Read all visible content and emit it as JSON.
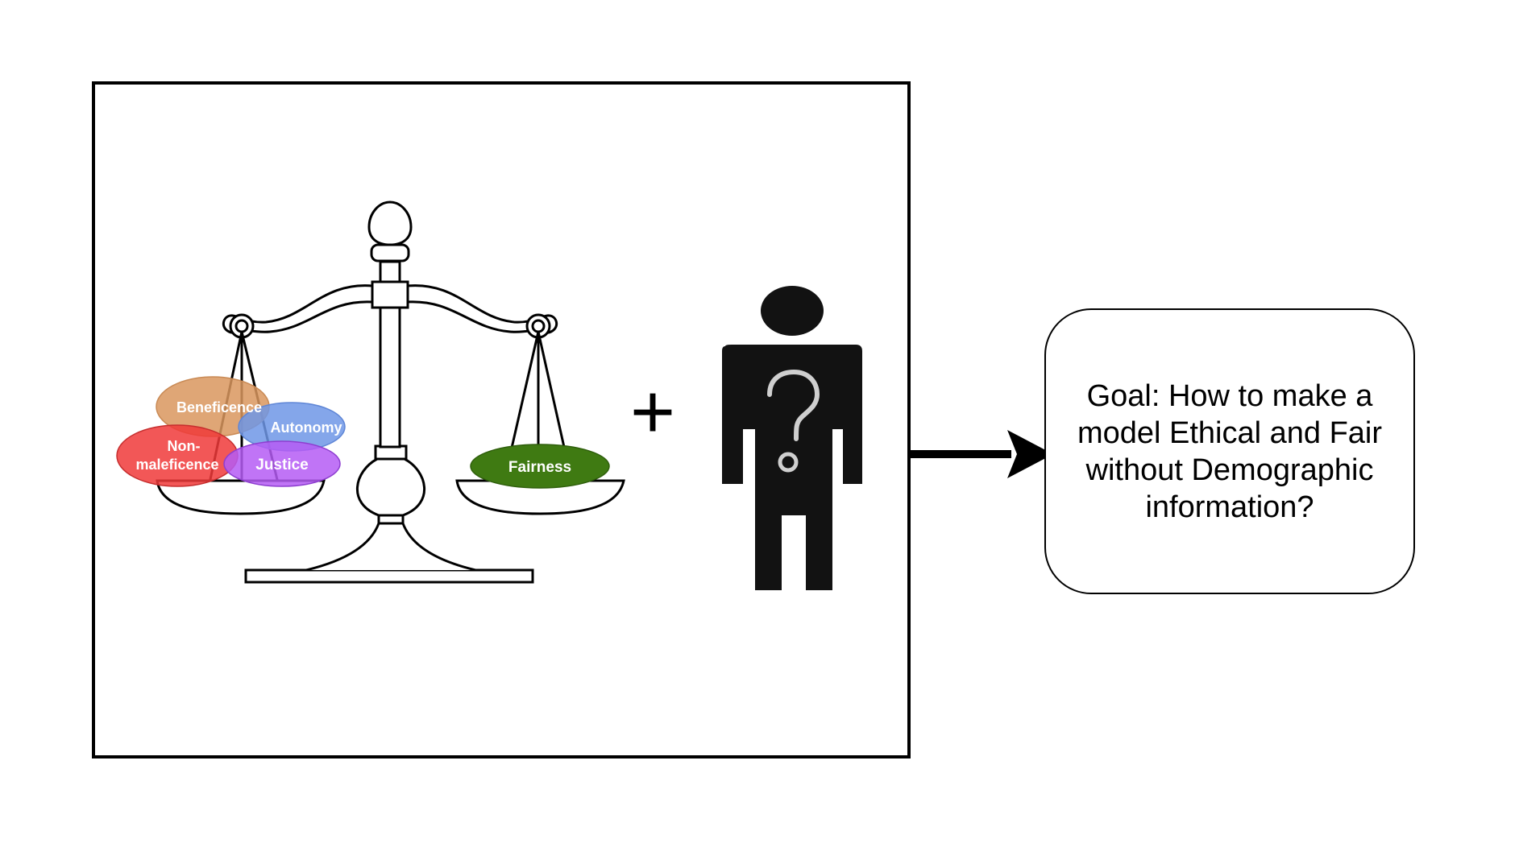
{
  "diagram": {
    "scale": {
      "left_pan_labels": [
        "Beneficence",
        "Autonomy",
        "Non-",
        "maleficence",
        "Justice"
      ],
      "right_pan_label": "Fairness"
    },
    "plus_symbol": "+",
    "person_icon": "person-question-icon",
    "arrow_icon": "right-arrow-icon",
    "goal_text": "Goal: How to make a model Ethical and Fair without Demographic information?"
  },
  "colors": {
    "beneficence": "#d9965e",
    "autonomy": "#6f96e6",
    "non_maleficence": "#f03a3a",
    "justice": "#b55cf5",
    "fairness": "#3f7a12",
    "person": "#121212"
  }
}
